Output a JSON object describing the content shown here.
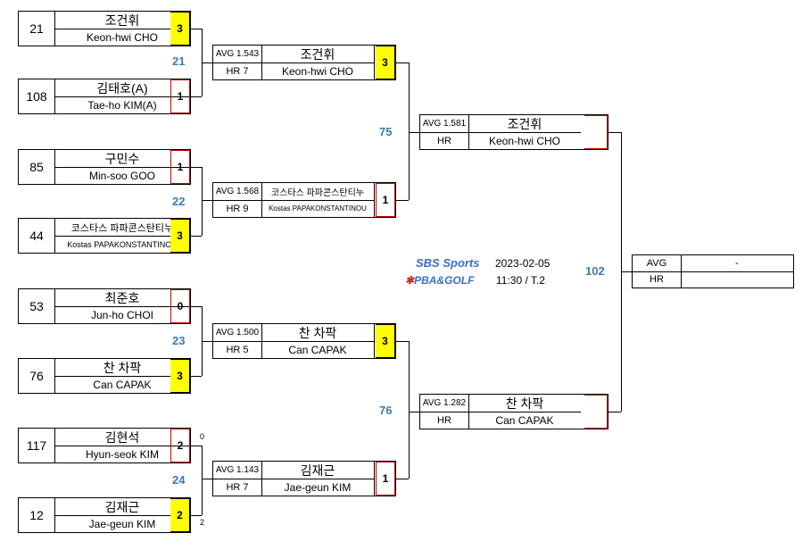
{
  "round1": [
    {
      "seed": "21",
      "kr": "조건휘",
      "en": "Keon-hwi CHO",
      "score": "3",
      "win": true
    },
    {
      "seed": "108",
      "kr": "김태호(A)",
      "en": "Tae-ho KIM(A)",
      "score": "1",
      "win": false
    },
    {
      "seed": "85",
      "kr": "구민수",
      "en": "Min-soo GOO",
      "score": "1",
      "win": false
    },
    {
      "seed": "44",
      "kr": "코스타스 파파콘스탄티누",
      "en": "Kostas PAPAKONSTANTINOU",
      "score": "3",
      "win": true
    },
    {
      "seed": "53",
      "kr": "최준호",
      "en": "Jun-ho CHOI",
      "score": "0",
      "win": false
    },
    {
      "seed": "76",
      "kr": "찬 차팍",
      "en": "Can CAPAK",
      "score": "3",
      "win": true
    },
    {
      "seed": "117",
      "kr": "김현석",
      "en": "Hyun-seok KIM",
      "score": "2",
      "win": false
    },
    {
      "seed": "12",
      "kr": "김재근",
      "en": "Jae-geun KIM",
      "score": "2",
      "win": true
    }
  ],
  "round1_match_numbers": [
    "21",
    "22",
    "23",
    "24"
  ],
  "shootout": {
    "top": "0",
    "bottom": "2"
  },
  "round2": [
    {
      "avg": "AVG 1.543",
      "hr": "HR 7",
      "kr": "조건휘",
      "en": "Keon-hwi CHO",
      "score": "3",
      "win": true
    },
    {
      "avg": "AVG 1.568",
      "hr": "HR 9",
      "kr": "코스타스 파파콘스탄티누",
      "en": "Kostas PAPAKONSTANTINOU",
      "score": "1",
      "win": false
    },
    {
      "avg": "AVG 1.500",
      "hr": "HR 5",
      "kr": "찬 차팍",
      "en": "Can CAPAK",
      "score": "3",
      "win": true
    },
    {
      "avg": "AVG 1.143",
      "hr": "HR 7",
      "kr": "김재근",
      "en": "Jae-geun KIM",
      "score": "1",
      "win": false
    }
  ],
  "round2_match_numbers": [
    "75",
    "76"
  ],
  "round3": [
    {
      "avg": "AVG 1.581",
      "hr": "HR",
      "kr": "조건휘",
      "en": "Keon-hwi CHO"
    },
    {
      "avg": "AVG 1.282",
      "hr": "HR",
      "kr": "찬 차팍",
      "en": "Can CAPAK"
    }
  ],
  "final_match_number": "102",
  "final": {
    "avg_label": "AVG",
    "hr_label": "HR",
    "value": "-"
  },
  "broadcast": {
    "logo1": "SBS Sports",
    "logo2": "PBA&GOLF",
    "date": "2023-02-05",
    "time": "11:30 / T.2"
  },
  "colors": {
    "winner_fill": "#ffff00",
    "loser_border": "#cc0000",
    "match_number": "#3d7ab5"
  }
}
